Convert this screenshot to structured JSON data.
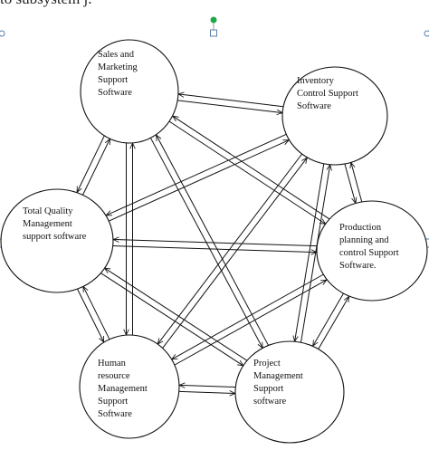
{
  "header_fragment": "to subsystem j.",
  "nodes": [
    {
      "id": "sales",
      "lines": [
        "Sales and",
        "Marketing",
        "Support",
        "Software"
      ]
    },
    {
      "id": "inventory",
      "lines": [
        "Inventory",
        "Control Support",
        "Software"
      ]
    },
    {
      "id": "production",
      "lines": [
        "Production",
        "planning and",
        "control Support",
        "Software."
      ]
    },
    {
      "id": "project",
      "lines": [
        "Project",
        "Management",
        "Support",
        "software"
      ]
    },
    {
      "id": "hr",
      "lines": [
        "Human",
        "resource",
        "Management",
        "Support",
        "Software"
      ]
    },
    {
      "id": "tqm",
      "lines": [
        "Total Quality",
        "Management",
        "support software"
      ]
    }
  ],
  "colors": {
    "line": "#111111",
    "handle": "#1fa84a",
    "handle_blue": "#5a7fa8"
  }
}
